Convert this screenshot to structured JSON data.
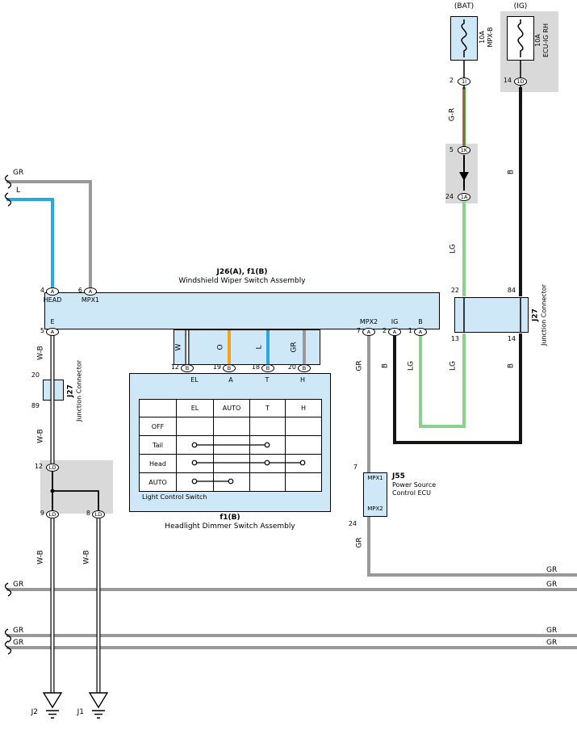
{
  "colors": {
    "box_fill": "#cfe8f7",
    "shade_fill": "#d9d9d9",
    "wires": {
      "GR": "#999999",
      "L": "#29a8e0",
      "LG": "#8ccf8f",
      "B": "#141414",
      "O": "#f4a11d",
      "GRN": "#3fae49",
      "RED": "#d23b2e",
      "EDGE": "#000000",
      "CORE": "#ffffff"
    }
  },
  "labels": {
    "gr": "GR",
    "l": "L",
    "b": "B",
    "lg": "LG",
    "g_r": "G-R",
    "w": "W",
    "o": "O",
    "wb": "W-B"
  },
  "fuse_bat": {
    "title": "(BAT)",
    "line1": "10A",
    "line2": "MPX-B",
    "pin": "2",
    "code": "1I"
  },
  "fuse_ig": {
    "title": "(IG)",
    "line1": "10A",
    "line2": "ECU-IG RH",
    "pin": "14",
    "code": "1D"
  },
  "mid_connector": {
    "top_pin": "5",
    "top_code": "1K",
    "bottom_pin": "24",
    "bottom_code": "1A"
  },
  "wiper": {
    "title_bold": "J26(A), f1(B)",
    "title": "Windshield Wiper Switch Assembly",
    "head": "HEAD",
    "mpx1": "MPX1",
    "e": "E",
    "mpx2": "MPX2",
    "ig": "IG",
    "b": "B",
    "pin4": "4",
    "pin6": "6",
    "pin5": "5",
    "pin7": "7",
    "pin2": "2",
    "pin1": "1",
    "code_a": "A"
  },
  "inner": {
    "pins": [
      "12",
      "19",
      "18",
      "20"
    ],
    "code_b": "B"
  },
  "dimmer": {
    "el": "EL",
    "a": "A",
    "t": "T",
    "h": "H",
    "switch_label": "Light Control Switch",
    "caption_bold": "f1(B)",
    "caption": "Headlight Dimmer Switch Assembly"
  },
  "switch_table": {
    "header": [
      "",
      "EL",
      "AUTO",
      "T",
      "H"
    ],
    "rows": [
      "OFF",
      "Tail",
      "Head",
      "AUTO"
    ],
    "contacts": [
      {
        "row": "Tail",
        "connects": [
          "EL",
          "T"
        ]
      },
      {
        "row": "Head",
        "connects": [
          "EL",
          "T",
          "H"
        ]
      },
      {
        "row": "AUTO",
        "connects": [
          "EL",
          "AUTO"
        ]
      }
    ]
  },
  "j27_left": {
    "name": "J27",
    "desc": "Junction Connector",
    "pin_top": "20",
    "pin_bottom": "89"
  },
  "j27_right": {
    "name": "J27",
    "desc": "Junction Connector",
    "pin_tl": "22",
    "pin_tr": "84",
    "pin_bl": "13",
    "pin_br": "14"
  },
  "j55": {
    "name": "J55",
    "desc1": "Power Source",
    "desc2": "Control ECU",
    "pin_top": "7",
    "pin_bottom": "24",
    "mpx1": "MPX1",
    "mpx2": "MPX2"
  },
  "ld": {
    "code": "LD",
    "pin_top": "12",
    "pin_left": "9",
    "pin_right": "8"
  },
  "grounds": {
    "left": "J2",
    "right": "J1"
  }
}
